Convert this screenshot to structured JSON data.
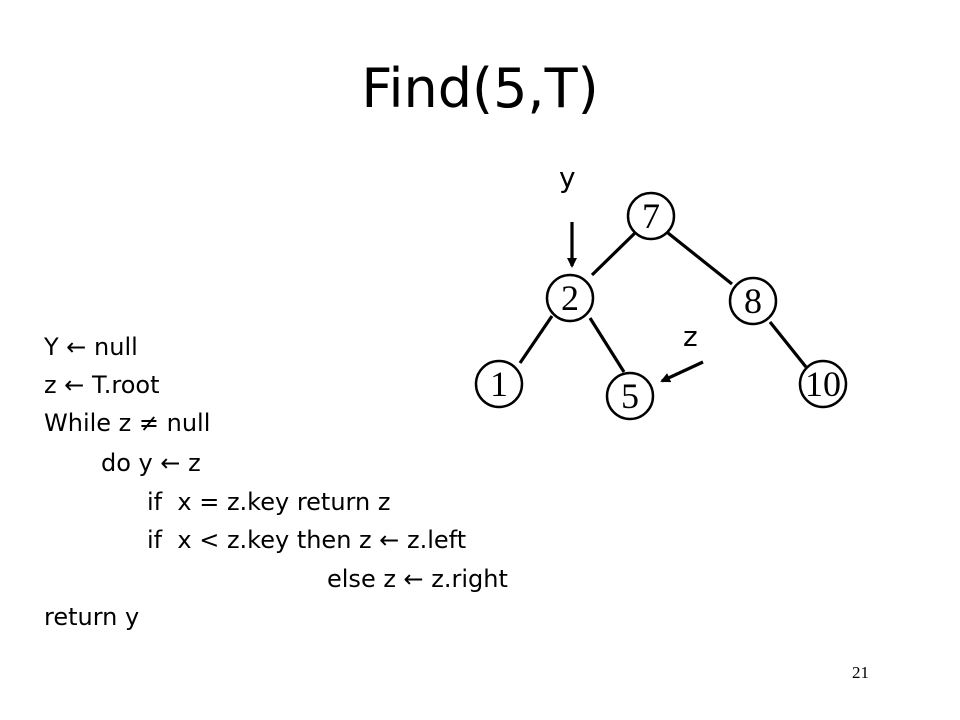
{
  "slide": {
    "title": "Find(5,T)",
    "page_number": "21"
  },
  "code": {
    "lines": [
      "Y ← null",
      "z ← T.root",
      "While z ≠ null",
      "do y ← z",
      "if  x = z.key return z",
      "if  x < z.key then z ← z.left",
      "else z ← z.right",
      "return y"
    ]
  },
  "tree": {
    "nodes": [
      "7",
      "2",
      "8",
      "1",
      "5",
      "10"
    ],
    "edges": [
      [
        "7",
        "2"
      ],
      [
        "7",
        "8"
      ],
      [
        "2",
        "1"
      ],
      [
        "2",
        "5"
      ],
      [
        "8",
        "10"
      ]
    ]
  },
  "pointers": {
    "y_label": "y",
    "z_label": "z"
  }
}
